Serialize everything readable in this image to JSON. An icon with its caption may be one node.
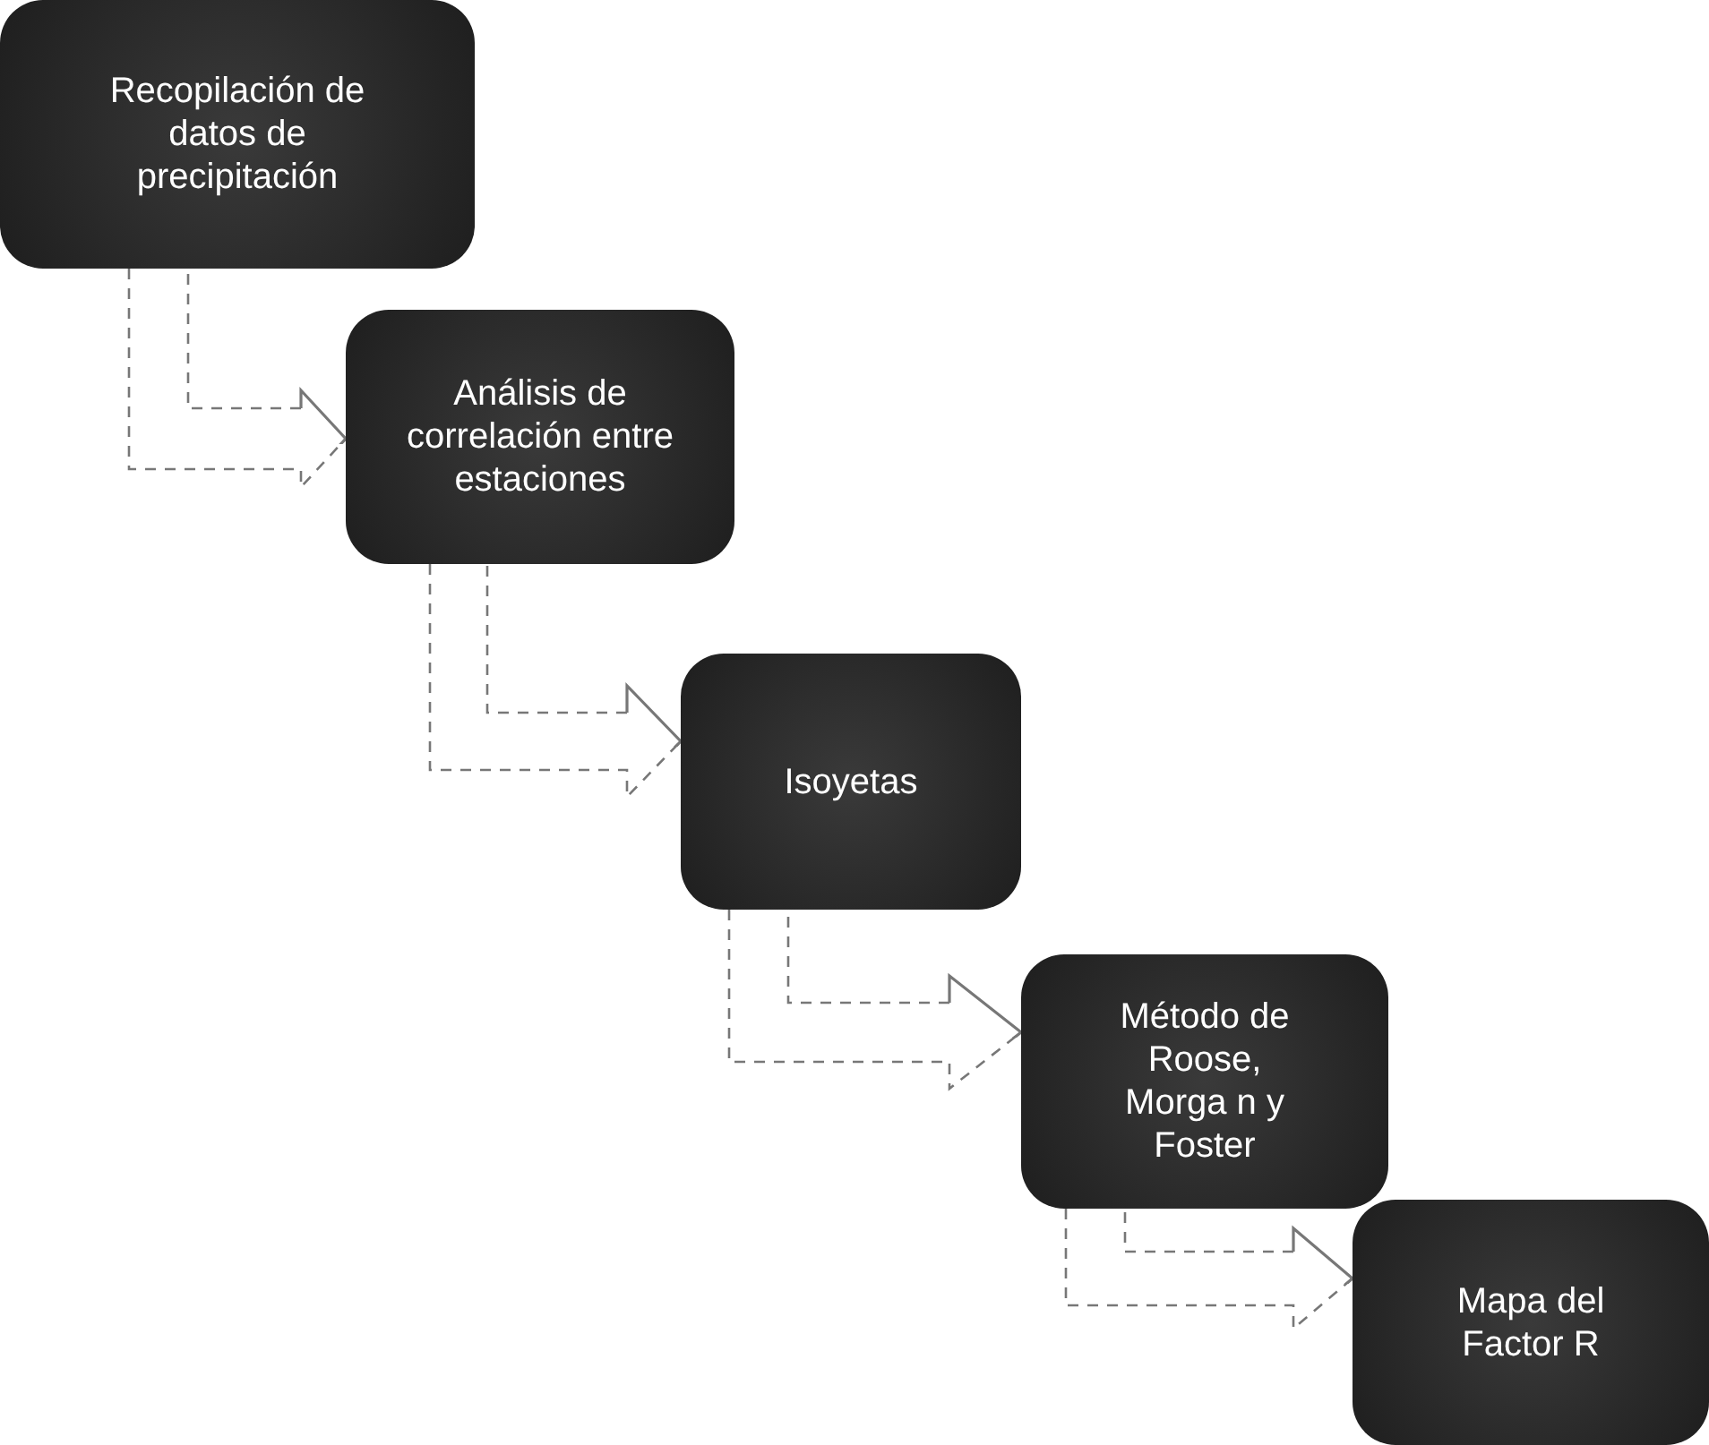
{
  "diagram": {
    "nodes": [
      {
        "text": [
          "Recopilación de datos de precipitación"
        ]
      },
      {
        "text": [
          "Análisis de correlación entre estaciones"
        ]
      },
      {
        "text": [
          "Isoyetas"
        ]
      },
      {
        "text": [
          "Método de Roose, Morga n y Foster"
        ]
      },
      {
        "text": [
          "Mapa del Factor R"
        ]
      }
    ],
    "edges": [
      {
        "from": 0,
        "to": 1,
        "arrow": "to",
        "style": "dashed"
      },
      {
        "from": 1,
        "to": 2,
        "arrow": "to",
        "style": "dashed"
      },
      {
        "from": 2,
        "to": 3,
        "arrow": "to",
        "style": "dashed"
      },
      {
        "from": 3,
        "to": 4,
        "arrow": "to",
        "style": "dashed"
      }
    ]
  }
}
